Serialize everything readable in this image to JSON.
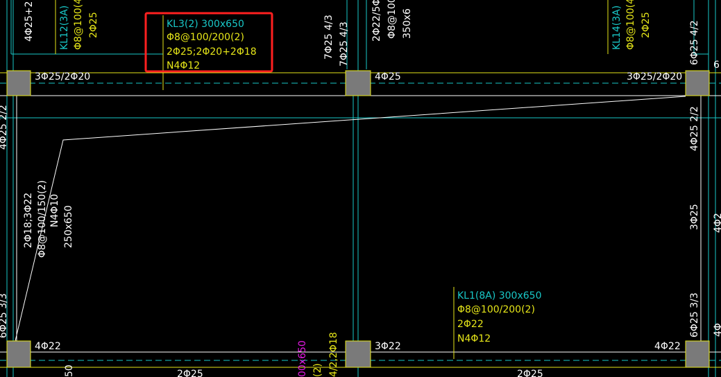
{
  "annotations": {
    "kl3_name": "KL3(2) 300x650",
    "kl3_stirrup": "Φ8@100/200(2)",
    "kl3_rebar": "2Φ25;2Φ20+2Φ18",
    "kl3_waist": "N4Φ12",
    "kl1_name": "KL1(8A) 300x650",
    "kl1_stirrup": "Φ8@100/200(2)",
    "kl1_rebar": "2Φ22",
    "kl1_waist": "N4Φ12",
    "kl12_name": "KL12(3A)",
    "kl12_stirrup": "Φ8@100(4",
    "kl12_rebar": "2Φ25",
    "kl14_name": "KL14(3A)",
    "kl14_stirrup": "Φ8@100(4",
    "kl14_rebar": "2Φ25",
    "slant_size": "250x650",
    "slant_waist": "N4Φ10",
    "slant_stirrup": "Φ8@100/150(2)",
    "slant_rebar": "2Φ18;3Φ22",
    "top_left_support": "3Φ25/2Φ20",
    "top_mid_support": "4Φ25",
    "top_right_support": "3Φ25/2Φ20",
    "bot_left_support": "4Φ22",
    "bot_mid_support": "3Φ22",
    "bot_right_support": "4Φ22",
    "right_col_1": "4Φ25 2/2",
    "right_col_2": "3Φ25",
    "right_col_3": "6Φ25 3/3",
    "right_col_4": "6Φ25 4/2",
    "left_col_1": "4Φ25 2/2",
    "left_col_2": "6Φ25 3/3",
    "top_left_frag": "4Φ25+2",
    "top_mid_frag_1": "7Φ25 4/3",
    "top_mid_frag_2": "2Φ22/5Φ",
    "top_mid_frag_3": "Φ8@100",
    "top_mid_frag_4": "350x6",
    "top_right_frag": "6",
    "bot_frag_1": "2Φ25",
    "bot_frag_2": "2Φ25",
    "bot_frag_3": "4/2,2Φ18",
    "bot_frag_4": "00x650",
    "bot_frag_5": "(2)",
    "bot_frag_6": "50",
    "right_edge_1": "4Φ2",
    "right_edge_2": "4Φ"
  },
  "highlight": {
    "color": "#ff2020"
  },
  "colors": {
    "cyan": "#19c8c8",
    "yellow": "#e6e619",
    "white": "#ffffff",
    "column_fill": "#7a7a7a",
    "magenta": "#e619e6"
  }
}
